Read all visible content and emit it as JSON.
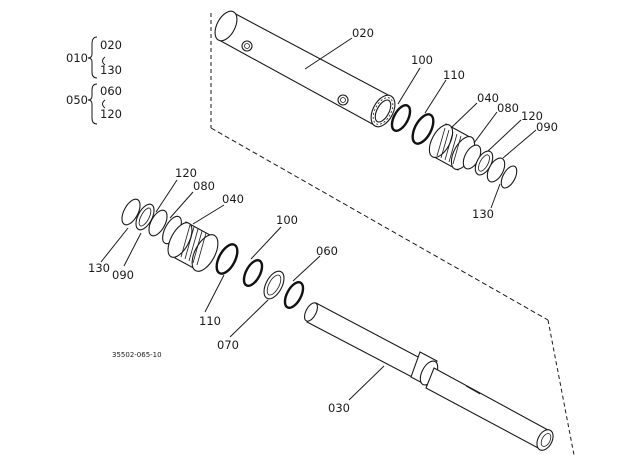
{
  "legend": {
    "assy_1": {
      "code": "010",
      "members": [
        "020",
        "130"
      ]
    },
    "assy_2": {
      "code": "050",
      "members": [
        "060",
        "120"
      ]
    }
  },
  "labels": {
    "p020": "020",
    "p100_top": "100",
    "p110_top": "110",
    "p040_top": "040",
    "p080_top": "080",
    "p120_top": "120",
    "p090_top": "090",
    "p130_top": "130",
    "p120_left": "120",
    "p080_left": "080",
    "p040_left": "040",
    "p130_left": "130",
    "p090_left": "090",
    "p100_mid": "100",
    "p060_mid": "060",
    "p110_bottom": "110",
    "p070": "070",
    "p030": "030"
  },
  "drawing_code": "35502-065-10"
}
